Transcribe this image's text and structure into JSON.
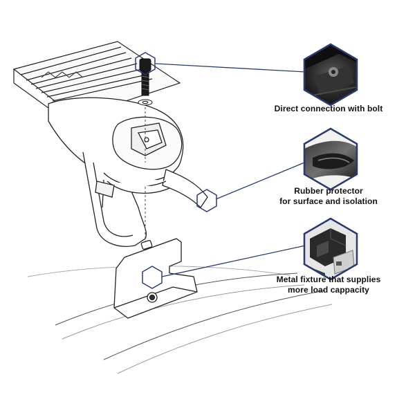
{
  "callouts": [
    {
      "id": "bolt",
      "lines": [
        "Direct connection with bolt"
      ],
      "photo_icon": "bolt-closeup-photo"
    },
    {
      "id": "rubber",
      "lines": [
        "Rubber protector",
        "for surface and isolation"
      ],
      "photo_icon": "rubber-pad-closeup-photo"
    },
    {
      "id": "metal",
      "lines": [
        "Metal fixture that supplies",
        "more load cappacity"
      ],
      "photo_icon": "metal-fixture-closeup-photo"
    }
  ],
  "colors": {
    "callout_line": "#2b3a6e",
    "hexagon_stroke": "#2b3a6e",
    "drawing_stroke": "#222222",
    "label_text": "#111111"
  }
}
